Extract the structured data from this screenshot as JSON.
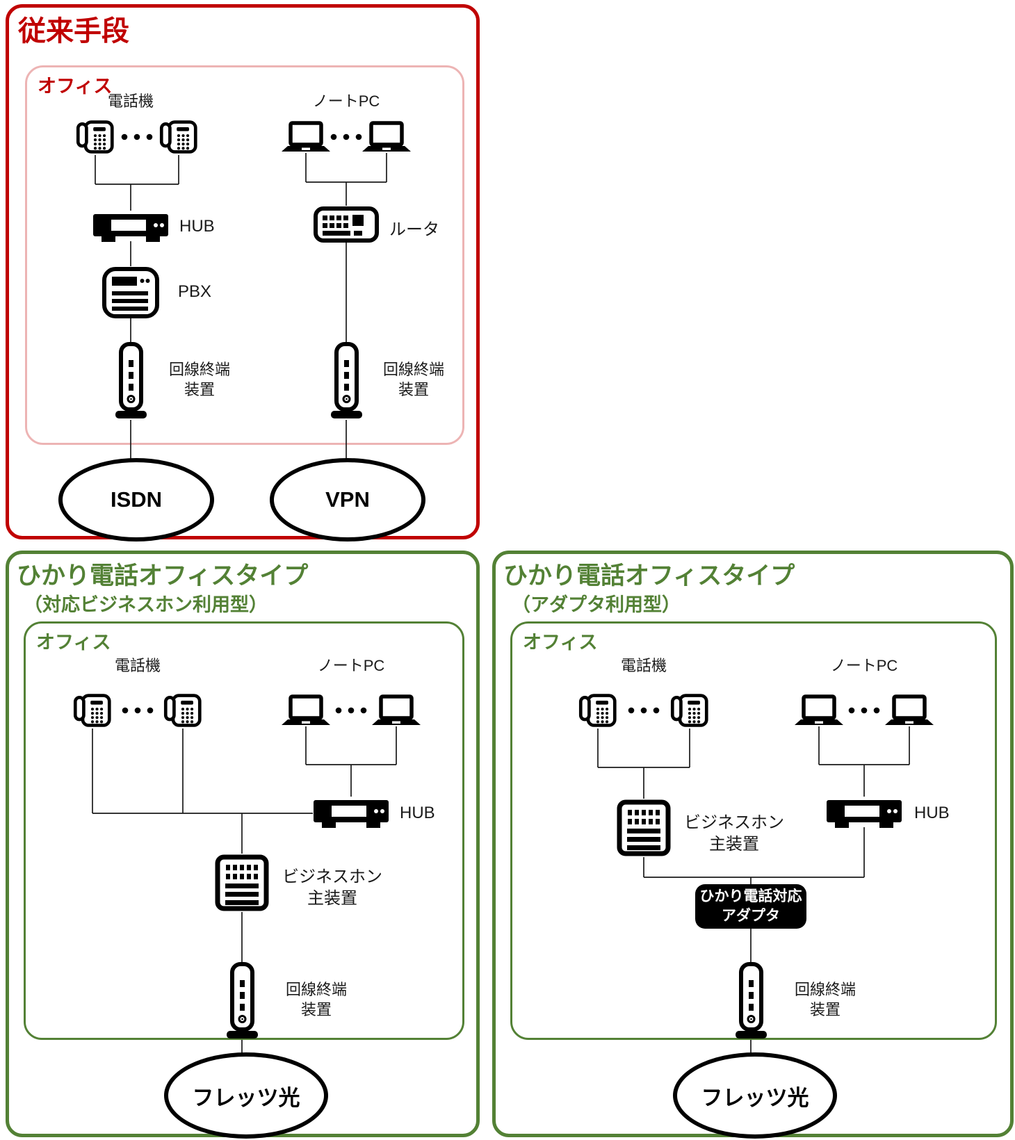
{
  "colors": {
    "red": "#C00000",
    "green": "#538135",
    "pink": "#EDB4B4",
    "line": "#1a1a1a"
  },
  "panels": {
    "traditional": {
      "title": "従来手段",
      "office_label": "オフィス",
      "labels": {
        "phone": "電話機",
        "laptop": "ノートPC",
        "hub": "HUB",
        "pbx": "PBX",
        "router": "ルータ",
        "onu_line1": "回線終端",
        "onu_line2": "装置"
      },
      "networks": {
        "isdn": "ISDN",
        "vpn": "VPN"
      }
    },
    "biz_phone": {
      "title": "ひかり電話オフィスタイプ",
      "subtitle": "（対応ビジネスホン利用型）",
      "office_label": "オフィス",
      "labels": {
        "phone": "電話機",
        "laptop": "ノートPC",
        "hub": "HUB",
        "biz_line1": "ビジネスホン",
        "biz_line2": "主装置",
        "onu_line1": "回線終端",
        "onu_line2": "装置"
      },
      "network": "フレッツ光"
    },
    "adapter": {
      "title": "ひかり電話オフィスタイプ",
      "subtitle": "（アダプタ利用型）",
      "office_label": "オフィス",
      "labels": {
        "phone": "電話機",
        "laptop": "ノートPC",
        "hub": "HUB",
        "biz_line1": "ビジネスホン",
        "biz_line2": "主装置",
        "adapter_line1": "ひかり電話対応",
        "adapter_line2": "アダプタ",
        "onu_line1": "回線終端",
        "onu_line2": "装置"
      },
      "network": "フレッツ光"
    }
  }
}
